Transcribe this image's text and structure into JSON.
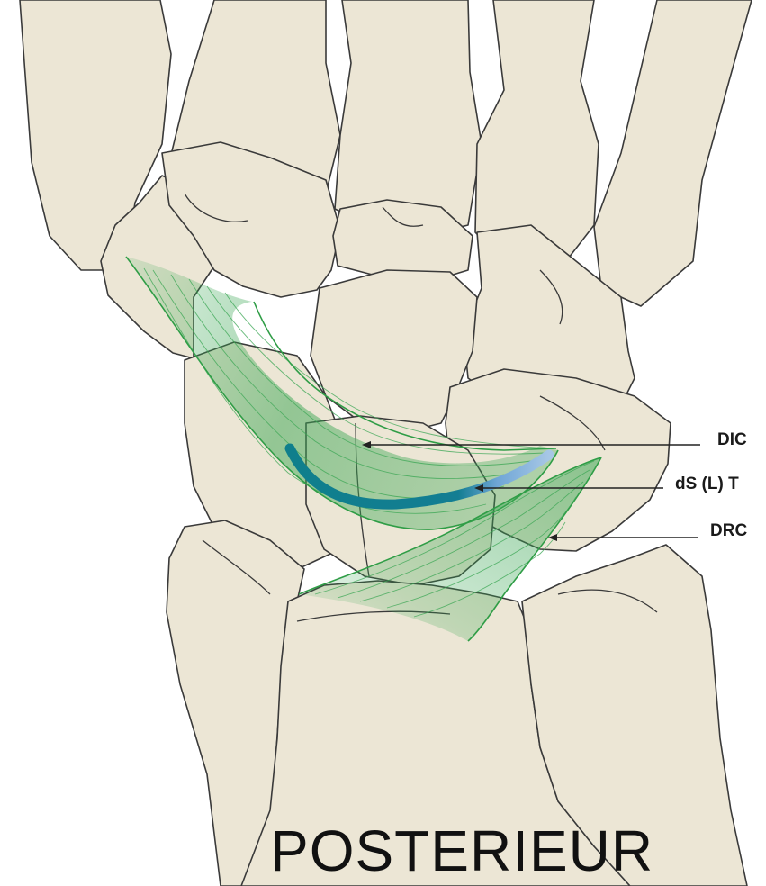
{
  "labels": {
    "dic": "DIC",
    "dslt": "dS (L) T",
    "drc": "DRC"
  },
  "caption": "POSTERIEUR",
  "colors": {
    "bone_fill": "#ece6d5",
    "bone_outline": "#3a3a3a",
    "ligament_green": "#3aa653",
    "dslt_band_dark": "#0f7f8c",
    "dslt_band_light": "#8ab8dd"
  }
}
